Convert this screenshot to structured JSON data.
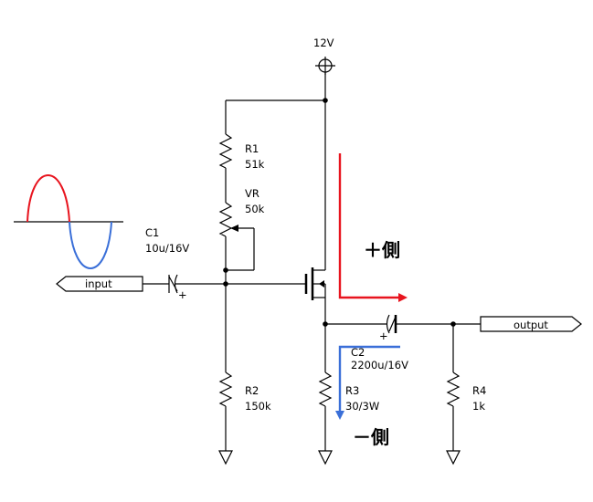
{
  "supply": {
    "label": "12V"
  },
  "components": {
    "r1": {
      "ref": "R1",
      "value": "51k"
    },
    "vr": {
      "ref": "VR",
      "value": "50k"
    },
    "c1": {
      "ref": "C1",
      "value": "10u/16V"
    },
    "r2": {
      "ref": "R2",
      "value": "150k"
    },
    "c2": {
      "ref": "C2",
      "value": "2200u/16V"
    },
    "r3": {
      "ref": "R3",
      "value": "30/3W"
    },
    "r4": {
      "ref": "R4",
      "value": "1k"
    }
  },
  "ports": {
    "input": "input",
    "output": "output"
  },
  "annotations": {
    "plus_side": "＋側",
    "minus_side": "－側"
  },
  "polarity": {
    "c1": "+",
    "c2": "+"
  },
  "colors": {
    "plus_side": "#e8141e",
    "minus_side": "#3a6fd8",
    "sine_pos": "#e8141e",
    "sine_neg": "#3a6fd8",
    "wire": "#000000"
  }
}
